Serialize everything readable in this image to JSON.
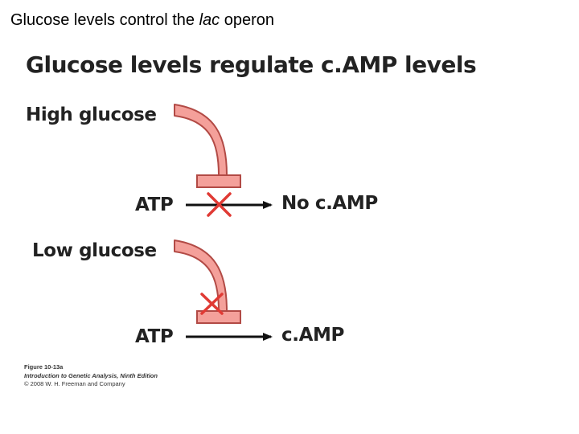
{
  "slide": {
    "title_prefix": "Glucose levels control the ",
    "title_emphasis": "lac",
    "title_suffix": " operon"
  },
  "figure": {
    "title": "Glucose levels regulate c.AMP levels",
    "panels": [
      {
        "condition": "High glucose",
        "substrate": "ATP",
        "product": "No c.AMP",
        "reaction_blocked": true,
        "inhibitor_blocked": false
      },
      {
        "condition": "Low glucose",
        "substrate": "ATP",
        "product": "c.AMP",
        "reaction_blocked": false,
        "inhibitor_blocked": true
      }
    ],
    "credit": {
      "figure_label": "Figure 10-13a",
      "book": "Introduction to Genetic Analysis, Ninth Edition",
      "copyright": "© 2008 W. H. Freeman and Company"
    }
  },
  "colors": {
    "inhibitor_fill": "#f4a09a",
    "inhibitor_stroke": "#b24a45",
    "block_mark": "#e03a34",
    "arrow": "#111111"
  }
}
